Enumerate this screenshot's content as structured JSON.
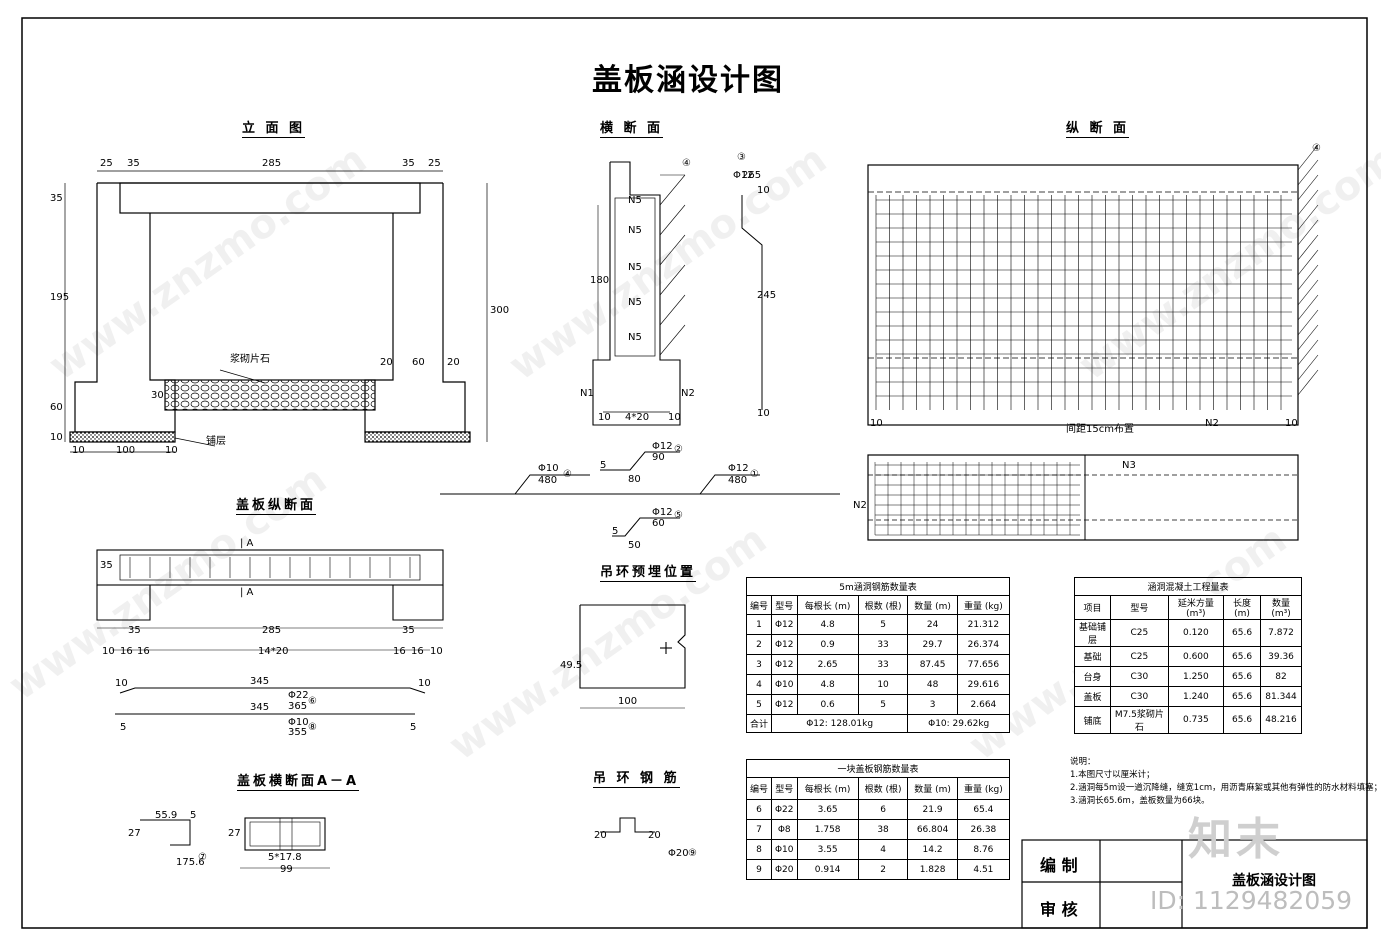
{
  "title": "盖板涵设计图",
  "sections": {
    "elevation": "立 面 图",
    "cross": "横 断 面",
    "longitudinal": "纵 断 面",
    "slab_long": "盖板纵断面",
    "slab_cross": "盖板横断面A－A",
    "lift_pos": "吊环预埋位置",
    "lift_bar": "吊 环 钢 筋"
  },
  "labels": {
    "masonry": "浆砌片石",
    "bedding": "铺层",
    "a_top": "| A",
    "a_bot": "| A",
    "n5": "N5",
    "n1": "N1",
    "n2": "N2",
    "n3": "N3",
    "spacing": "间距15cm布置"
  },
  "elev_dims": {
    "top": [
      "25",
      "35",
      "285",
      "35",
      "25"
    ],
    "left": [
      "35",
      "195",
      "60",
      "10"
    ],
    "right": "300",
    "foot": [
      "20",
      "60",
      "20"
    ],
    "bottom": [
      "10",
      "100",
      "10"
    ],
    "inner": "30"
  },
  "cross_dims": {
    "h": "180",
    "w": "4*20",
    "l": "10",
    "r": "10"
  },
  "bar3": {
    "dia": "Φ12",
    "a": "265",
    "b": "10",
    "c": "245",
    "d": "10"
  },
  "bars": {
    "b4": {
      "dia": "Φ10",
      "len": "480"
    },
    "b1": {
      "dia": "Φ12",
      "len": "480"
    },
    "b2": {
      "dia": "Φ12",
      "a": "90",
      "b": "5",
      "c": "80"
    },
    "b5": {
      "dia": "Φ12",
      "a": "60",
      "b": "5",
      "c": "50"
    },
    "b6": {
      "dia": "Φ22",
      "a": "345",
      "b": "365",
      "end": "10"
    },
    "b8": {
      "dia": "Φ10",
      "a": "345",
      "b": "355",
      "end": "5"
    },
    "b7": {
      "a": "55.9",
      "b": "5",
      "c": "27",
      "d": "175.6"
    },
    "b9": {
      "dia": "Φ20",
      "a": "20",
      "b": "20"
    }
  },
  "slab_dims": {
    "h": "35",
    "l": "35",
    "m": "285",
    "r": "35",
    "bars": "14*20",
    "ends": "16",
    "edge": "10"
  },
  "aa_dims": {
    "h": "27",
    "w": "5*17.8",
    "total": "99"
  },
  "lift_dims": {
    "h": "49.5",
    "w": "100"
  },
  "circles": [
    "①",
    "②",
    "③",
    "④",
    "⑤",
    "⑥",
    "⑦",
    "⑧",
    "⑨"
  ],
  "table_rebar": {
    "caption": "5m涵洞钢筋数量表",
    "headers": [
      "编号",
      "型号",
      "每根长 (m)",
      "根数 (根)",
      "数量 (m)",
      "重量 (kg)"
    ],
    "rows": [
      [
        "1",
        "Φ12",
        "4.8",
        "5",
        "24",
        "21.312"
      ],
      [
        "2",
        "Φ12",
        "0.9",
        "33",
        "29.7",
        "26.374"
      ],
      [
        "3",
        "Φ12",
        "2.65",
        "33",
        "87.45",
        "77.656"
      ],
      [
        "4",
        "Φ10",
        "4.8",
        "10",
        "48",
        "29.616"
      ],
      [
        "5",
        "Φ12",
        "0.6",
        "5",
        "3",
        "2.664"
      ]
    ],
    "total_label": "合计",
    "total_a": "Φ12: 128.01kg",
    "total_b": "Φ10: 29.62kg"
  },
  "table_slab": {
    "caption": "一块盖板钢筋数量表",
    "headers": [
      "编号",
      "型号",
      "每根长 (m)",
      "根数 (根)",
      "数量 (m)",
      "重量 (kg)"
    ],
    "rows": [
      [
        "6",
        "Φ22",
        "3.65",
        "6",
        "21.9",
        "65.4"
      ],
      [
        "7",
        "Φ8",
        "1.758",
        "38",
        "66.804",
        "26.38"
      ],
      [
        "8",
        "Φ10",
        "3.55",
        "4",
        "14.2",
        "8.76"
      ],
      [
        "9",
        "Φ20",
        "0.914",
        "2",
        "1.828",
        "4.51"
      ]
    ]
  },
  "table_concrete": {
    "caption": "涵洞混凝土工程量表",
    "headers": [
      "项目",
      "型号",
      "延米方量(m³)",
      "长度 (m)",
      "数量 (m³)"
    ],
    "rows": [
      [
        "基础铺层",
        "C25",
        "0.120",
        "65.6",
        "7.872"
      ],
      [
        "基础",
        "C25",
        "0.600",
        "65.6",
        "39.36"
      ],
      [
        "台身",
        "C30",
        "1.250",
        "65.6",
        "82"
      ],
      [
        "盖板",
        "C30",
        "1.240",
        "65.6",
        "81.344"
      ],
      [
        "铺底",
        "M7.5浆砌片石",
        "0.735",
        "65.6",
        "48.216"
      ]
    ]
  },
  "notes": {
    "head": "说明：",
    "items": [
      "1.本图尺寸以厘米计；",
      "2.涵洞每5m设一道沉降缝，缝宽1cm，用沥青麻絮或其他有弹性的防水材料填塞；",
      "3.涵洞长65.6m，盖板数量为66块。"
    ]
  },
  "title_block": {
    "draft": "编 制",
    "review": "审 核",
    "name": "盖板涵设计图"
  },
  "watermark": {
    "text": "www.znzmo.com",
    "brand": "知末",
    "id": "ID: 1129482059"
  }
}
